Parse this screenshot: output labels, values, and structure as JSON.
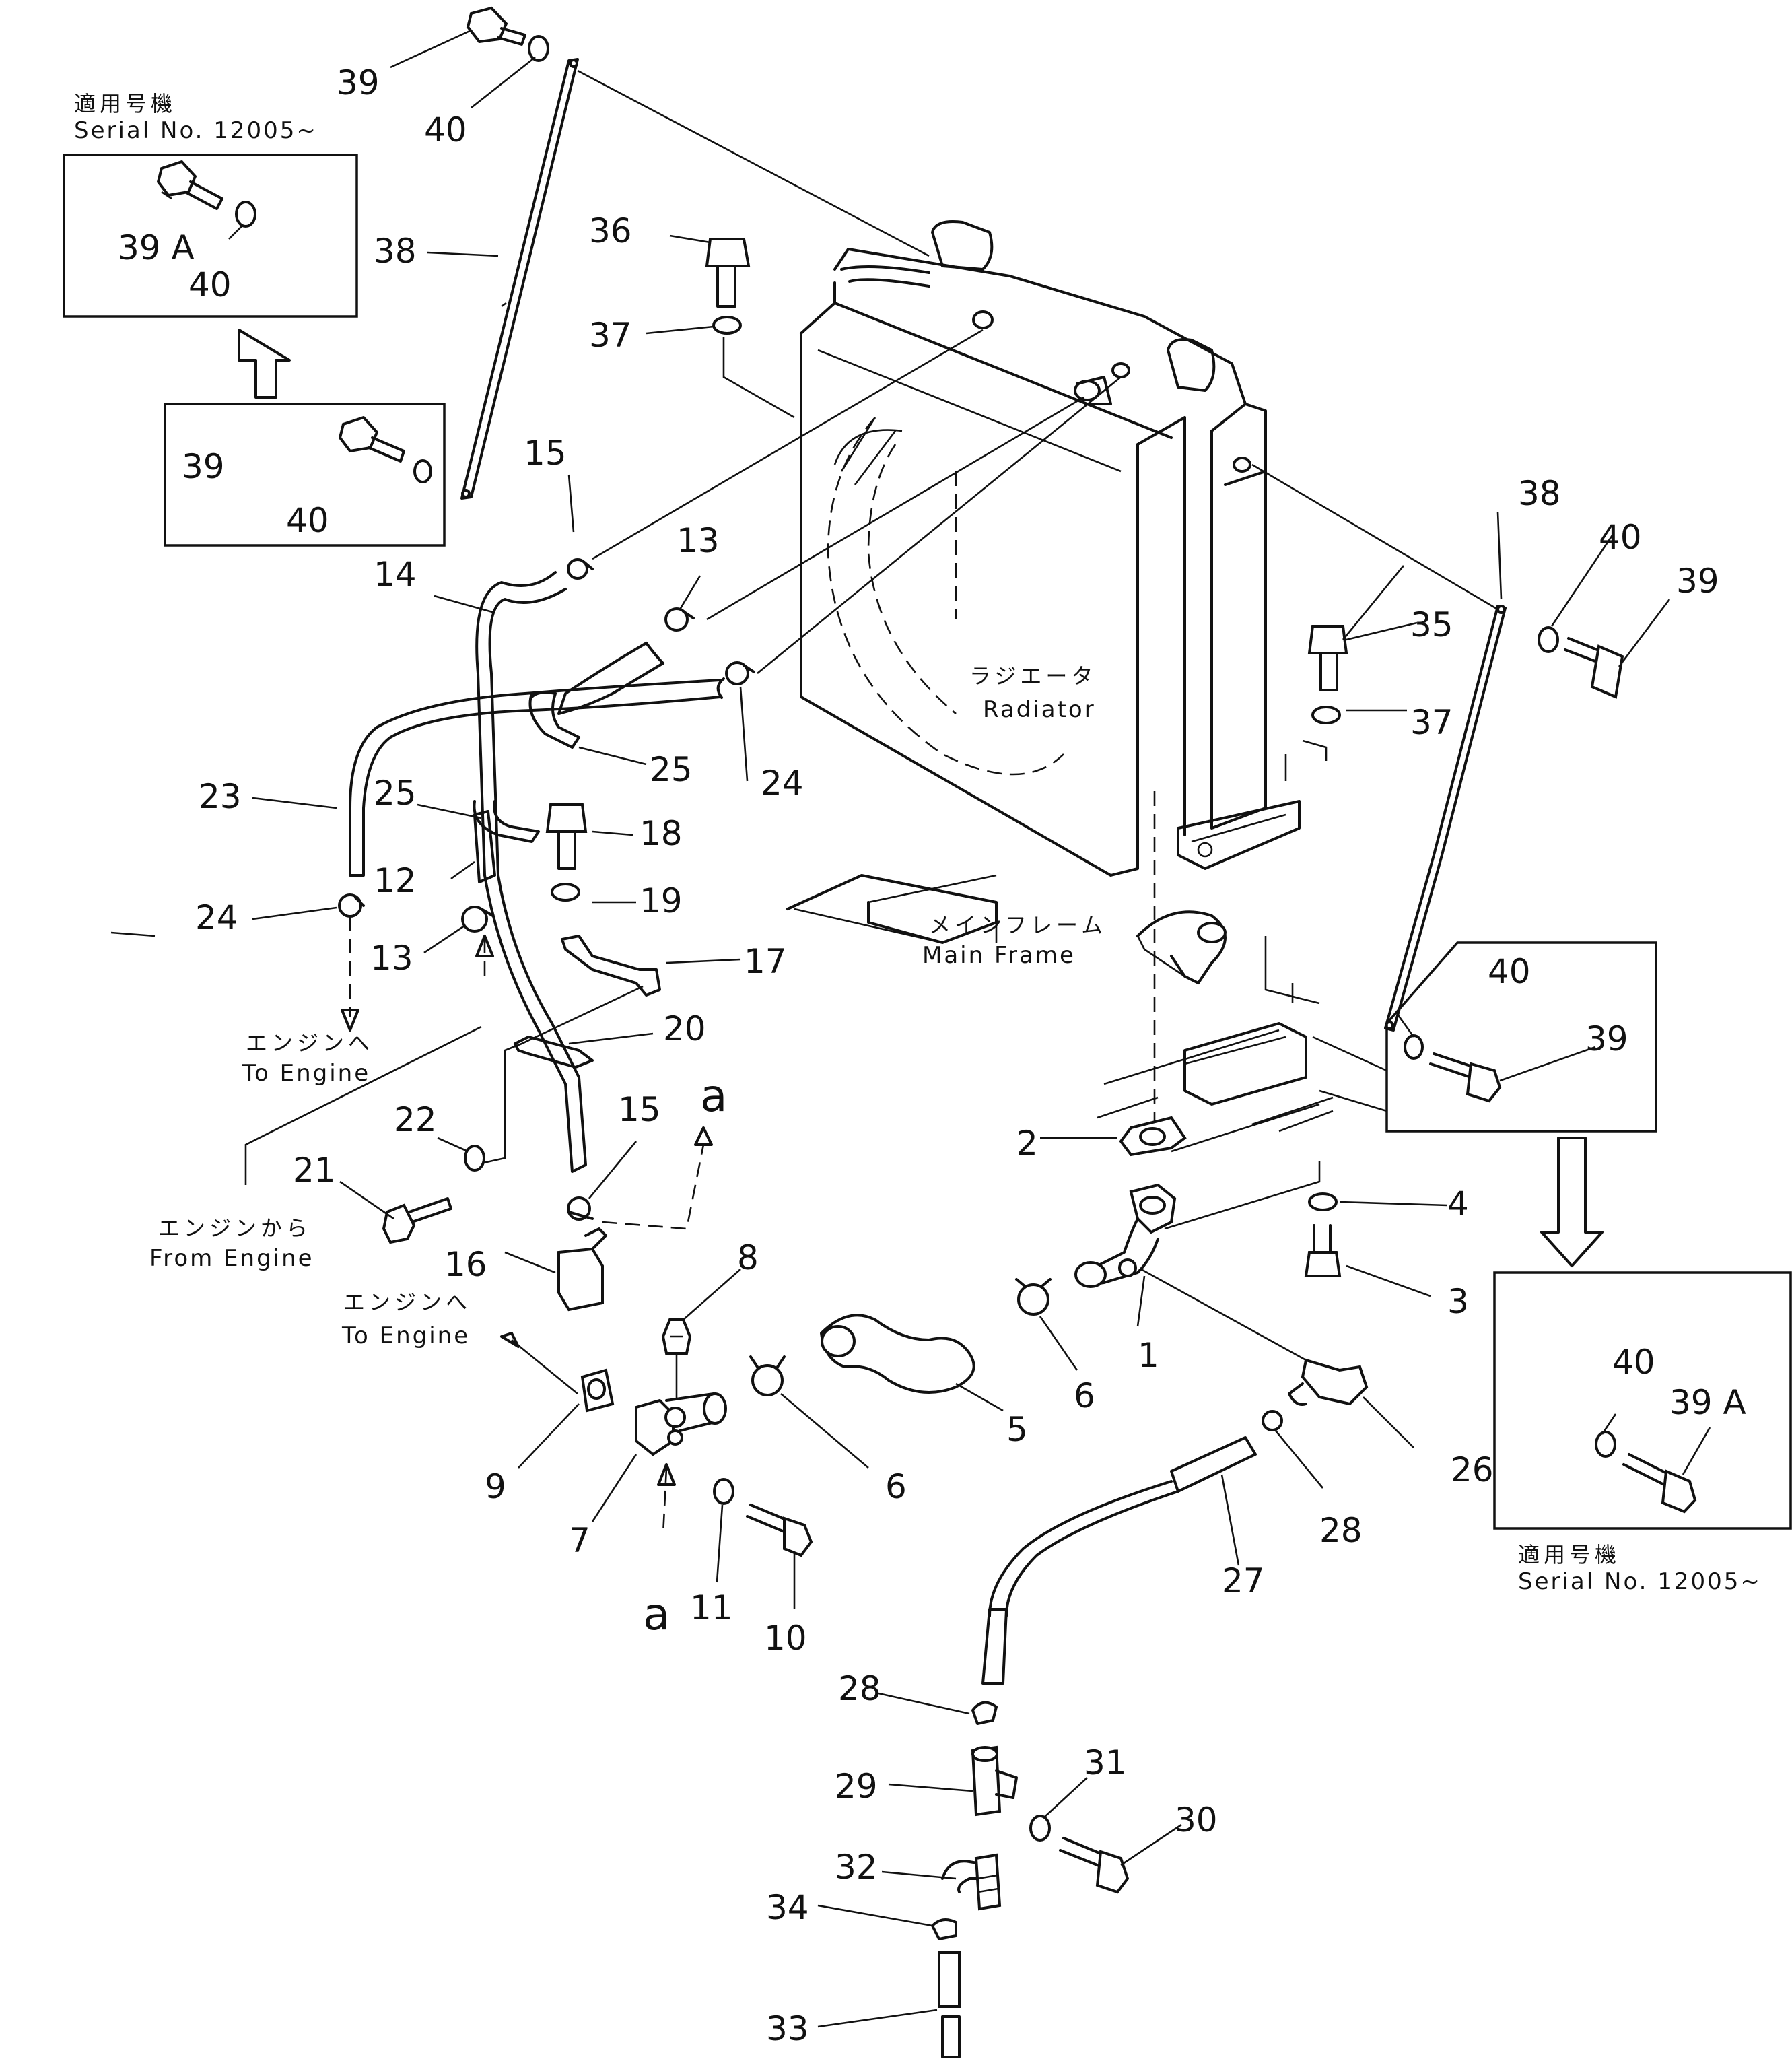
{
  "labels": {
    "radiator_jp": "ラジエータ",
    "radiator_en": "Radiator",
    "main_frame_jp": "メインフレーム",
    "main_frame_en": "Main Frame",
    "to_engine_jp": "エンジンへ",
    "to_engine_en": "To Engine",
    "from_engine_jp": "エンジンから",
    "from_engine_en": "From Engine",
    "applicable_jp": "適用号機",
    "serial_no": "Serial  No.  12005~",
    "marker_a": "a"
  },
  "part_numbers": {
    "p1": "1",
    "p2": "2",
    "p3": "3",
    "p4": "4",
    "p5": "5",
    "p6": "6",
    "p7": "7",
    "p8": "8",
    "p9": "9",
    "p10": "10",
    "p11": "11",
    "p12": "12",
    "p13": "13",
    "p14": "14",
    "p15": "15",
    "p16": "16",
    "p17": "17",
    "p18": "18",
    "p19": "19",
    "p20": "20",
    "p21": "21",
    "p22": "22",
    "p23": "23",
    "p24": "24",
    "p25": "25",
    "p26": "26",
    "p27": "27",
    "p28": "28",
    "p29": "29",
    "p30": "30",
    "p31": "31",
    "p32": "32",
    "p33": "33",
    "p34": "34",
    "p35": "35",
    "p36": "36",
    "p37": "37",
    "p38": "38",
    "p39": "39",
    "p39A": "39 A",
    "p40": "40"
  }
}
